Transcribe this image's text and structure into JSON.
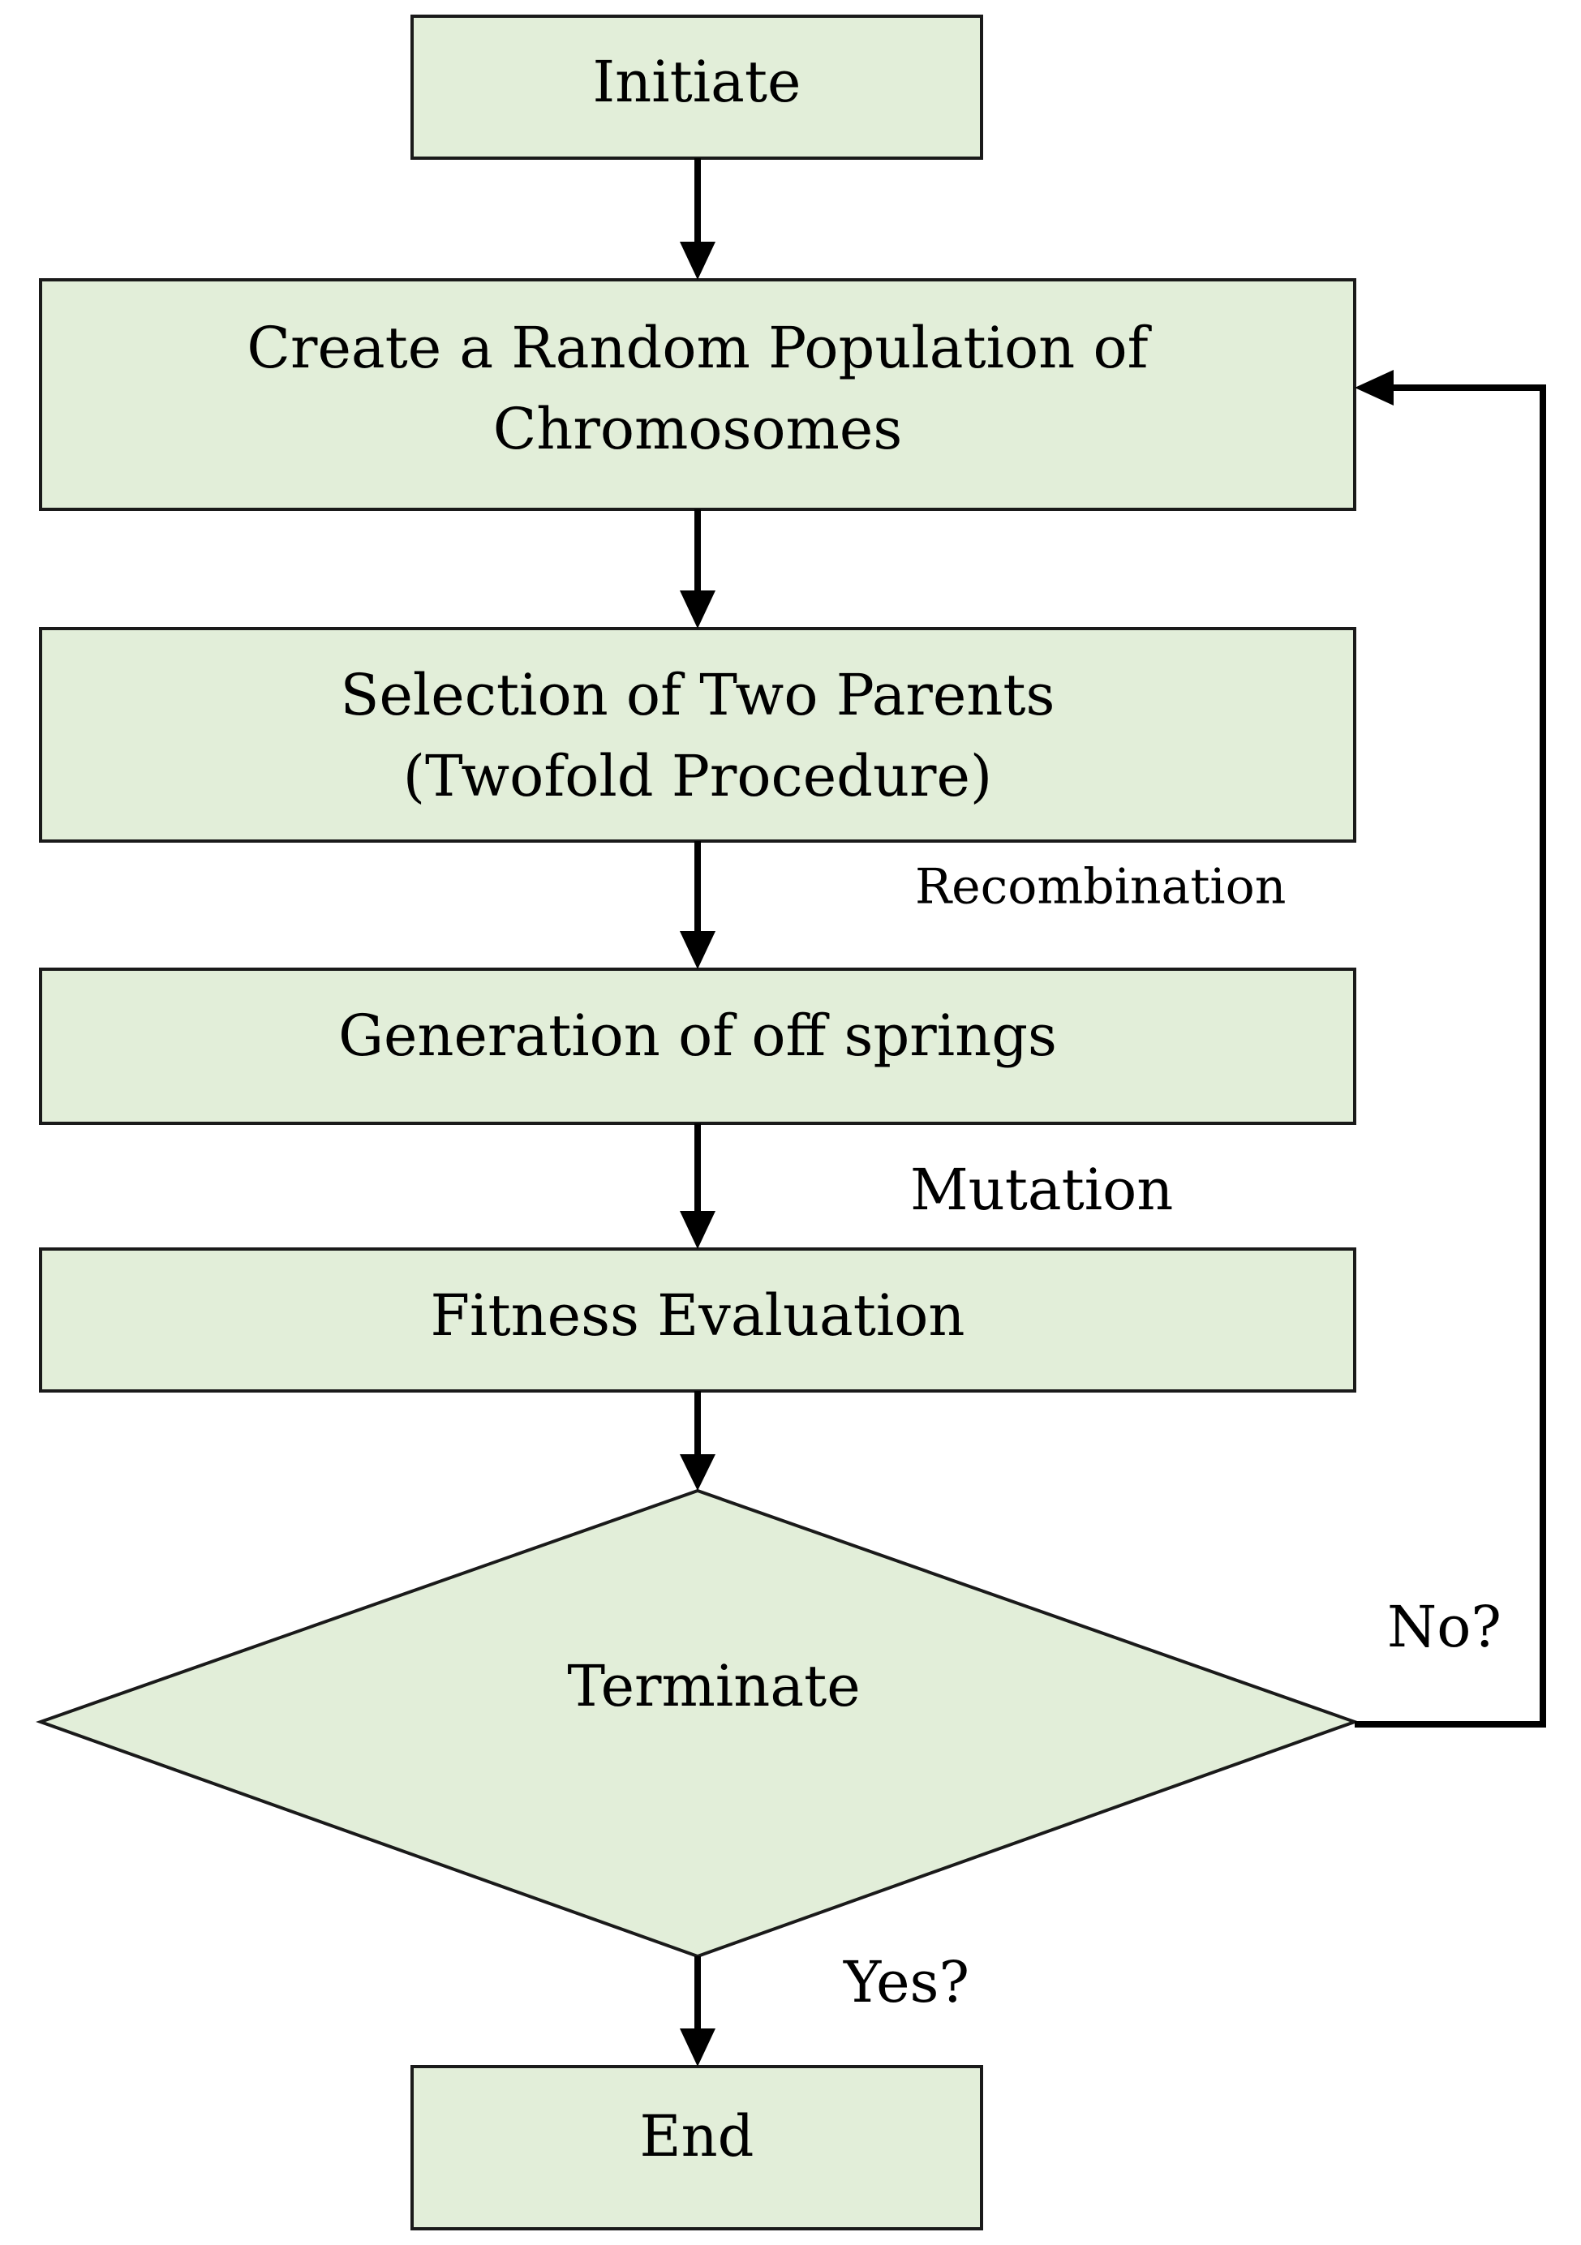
{
  "colors": {
    "box_fill": "#e2eed9",
    "box_stroke": "#1a1a1a",
    "arrow": "#000000",
    "background": "#ffffff"
  },
  "nodes": {
    "initiate": {
      "label": "Initiate"
    },
    "create_population": {
      "line1": "Create a Random Population of",
      "line2": "Chromosomes"
    },
    "selection": {
      "line1": "Selection of Two Parents",
      "line2": "(Twofold Procedure)"
    },
    "generation": {
      "label": "Generation of off springs"
    },
    "fitness": {
      "label": "Fitness Evaluation"
    },
    "terminate": {
      "label": "Terminate"
    },
    "end": {
      "label": "End"
    }
  },
  "edge_labels": {
    "recombination": "Recombination",
    "mutation": "Mutation",
    "no": "No?",
    "yes": "Yes?"
  }
}
